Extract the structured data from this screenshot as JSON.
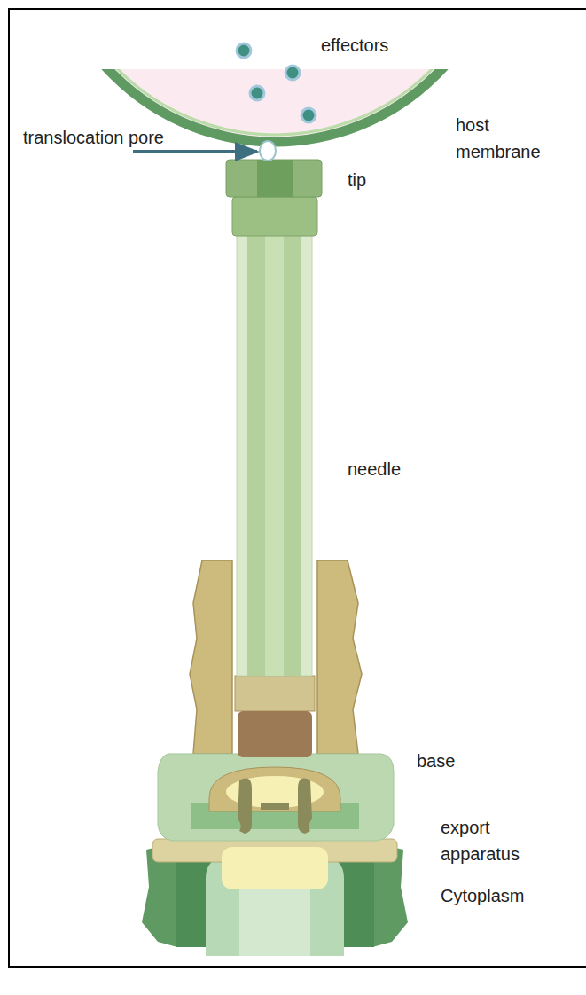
{
  "diagram": {
    "labels": [
      "effectors",
      "host membrane",
      "translocation pore",
      "tip",
      "needle",
      "base",
      "export apparatus",
      "Cytoplasm"
    ]
  }
}
